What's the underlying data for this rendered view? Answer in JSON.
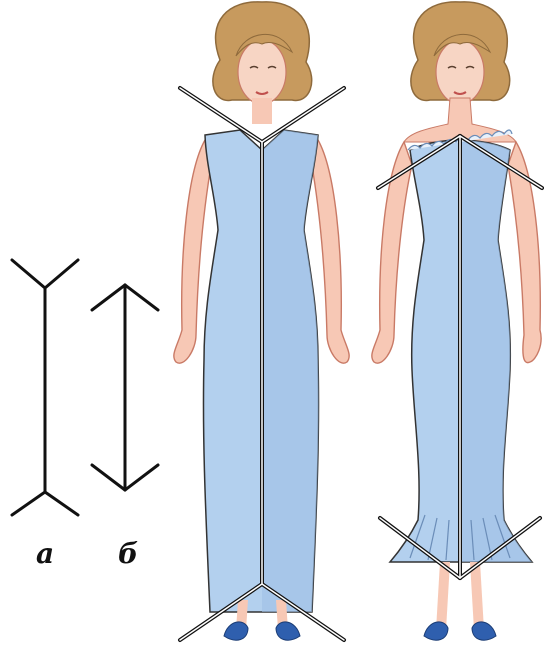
{
  "labels": {
    "a": "а",
    "b": "б"
  },
  "colors": {
    "dress": "#b3d0ee",
    "dress_shade": "#9fc0e6",
    "skin": "#f7c8b5",
    "skin_outline": "#c97a66",
    "hair": "#c79a5e",
    "hair_dark": "#8e6a3c",
    "shoes": "#2f5fae",
    "line": "#111111",
    "guide": "#ffffff"
  },
  "illustrations": [
    {
      "id": "muller-lyer-a",
      "type": "arrow-outward-fins"
    },
    {
      "id": "muller-lyer-b",
      "type": "arrow-inward-heads"
    },
    {
      "id": "figure-v-neck-dress",
      "type": "figure"
    },
    {
      "id": "figure-strapless-dress",
      "type": "figure"
    }
  ]
}
